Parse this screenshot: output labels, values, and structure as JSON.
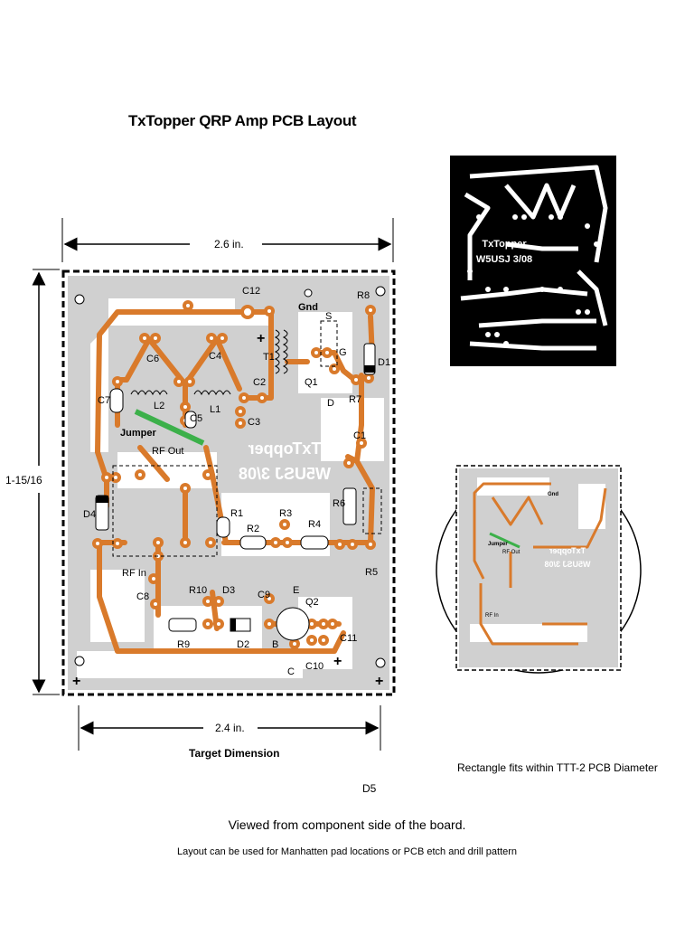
{
  "title": "TxTopper QRP Amp PCB Layout",
  "dimensions": {
    "width_top": "2.6 in.",
    "height_left": "1-15/16",
    "width_bottom": "2.4 in.",
    "target_label": "Target Dimension"
  },
  "board": {
    "silk_line1": "TxTopper",
    "silk_line2": "W5USJ 3/08",
    "jumper_label": "Jumper",
    "rf_out": "RF Out",
    "rf_in": "RF In",
    "gnd": "Gnd",
    "plus": "+",
    "components": {
      "C12": "C12",
      "R8": "R8",
      "S": "S",
      "G": "G",
      "D": "D",
      "T1": "T1",
      "Q1": "Q1",
      "D1": "D1",
      "R7": "R7",
      "C1": "C1",
      "C6": "C6",
      "C4": "C4",
      "C2": "C2",
      "C3": "C3",
      "C7": "C7",
      "L2": "L2",
      "L1": "L1",
      "C5": "C5",
      "R6": "R6",
      "D4": "D4",
      "R1": "R1",
      "R2": "R2",
      "R3": "R3",
      "R4": "R4",
      "R5": "R5",
      "C8": "C8",
      "R10": "R10",
      "D3": "D3",
      "C9": "C9",
      "E": "E",
      "Q2": "Q2",
      "R9": "R9",
      "D2": "D2",
      "B": "B",
      "C11": "C11",
      "C10": "C10",
      "C": "C"
    }
  },
  "etch": {
    "line1": "TxTopper",
    "line2": "W5USJ 3/08"
  },
  "circle_caption": "Rectangle fits within TTT-2 PCB Diameter",
  "d5_label": "D5",
  "caption_main": "Viewed from component side of the board.",
  "caption_sub": "Layout can be used for Manhatten pad locations or PCB etch and drill pattern",
  "colors": {
    "trace": "#d97a2b",
    "board": "#d0d0d0",
    "jumper": "#3cb04a",
    "etch_bg": "#000000"
  }
}
